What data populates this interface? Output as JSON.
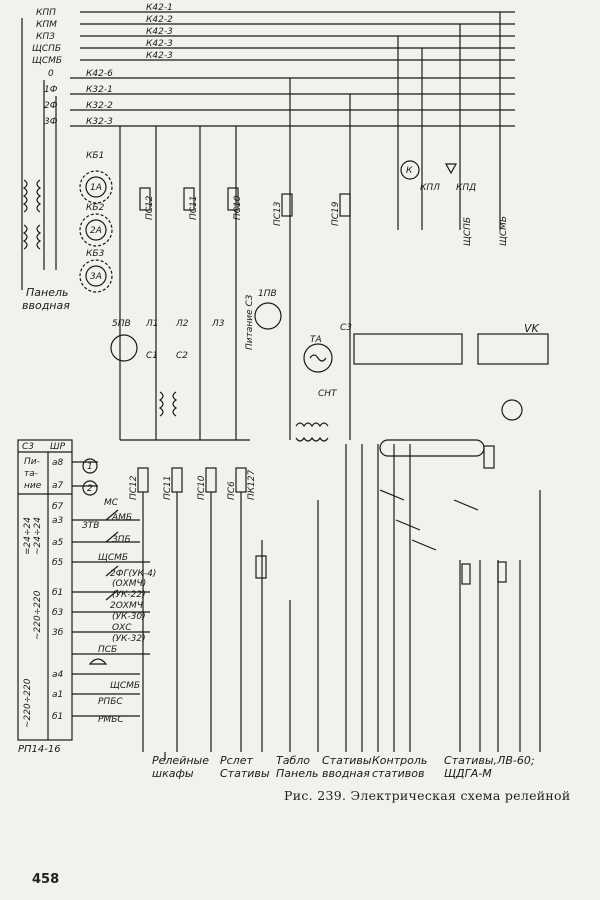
{
  "bus_labels": [
    "КПП",
    "КПМ",
    "КПЗ",
    "ЩСПБ",
    "ЩСМБ"
  ],
  "bus_wire_labels": [
    "К42-1",
    "К42-2",
    "К42-3",
    "К42-3",
    "К42-3"
  ],
  "phase_labels": [
    "0",
    "1Ф",
    "2Ф",
    "3Ф"
  ],
  "phase_wire_labels": [
    "К42-6",
    "К32-1",
    "К32-2",
    "К32-3"
  ],
  "transformers": [
    "КБ1",
    "КБ2",
    "КБ3"
  ],
  "ammeters": [
    "1А",
    "2А",
    "3А"
  ],
  "panel_vvodnaya": [
    "Панель",
    "вводная"
  ],
  "fuses_top": [
    "ПС12",
    "ПС11",
    "ПС10",
    "ПС13",
    "ПС19"
  ],
  "fuses_mid": [
    "ПС12",
    "ПС11",
    "ПС10",
    "ПС6",
    "ПК127"
  ],
  "switch_labels": [
    "5ПВ",
    "1ПВ",
    "Л1",
    "Л2",
    "Л3",
    "С1",
    "С2",
    "С3",
    "ТА",
    "СНТ",
    "Питание С3"
  ],
  "relay_labels": [
    "К",
    "КПЛ",
    "КПД",
    "VK"
  ],
  "right_bus": [
    "ЩСПБ",
    "ЩСМБ"
  ],
  "left_panel": {
    "header": [
      "С3",
      "ШР"
    ],
    "title": [
      "Пи-",
      "та-",
      "ние"
    ],
    "rows": [
      "а8",
      "а7",
      "б7",
      "а3",
      "а5",
      "б5",
      "б1",
      "б3",
      "3б",
      "а4",
      "а1",
      "б1"
    ],
    "voltages": [
      "~24÷24",
      "=24÷24",
      "~220÷220",
      "~220÷220"
    ],
    "markers": [
      "1",
      "2"
    ],
    "footer": "РП14-16"
  },
  "side_labels": [
    "АМБ",
    "ЗПБ",
    "ЩСМБ",
    "2ФГ(УК-4)",
    "(ОХМЧ)",
    "(УК-22)",
    "2ОХМЧ",
    "(УК-30)",
    "ОХС",
    "(УК-32)",
    "ПСБ",
    "ЩСМБ",
    "РПБС",
    "РМБС",
    "МС",
    "ЗТВ"
  ],
  "section_labels": [
    {
      "l1": "Релейные",
      "l2": "шкафы"
    },
    {
      "l1": "Рслет",
      "l2": "Стативы"
    },
    {
      "l1": "Табло",
      "l2": "Панель"
    },
    {
      "l1": "Стативы",
      "l2": "вводная"
    },
    {
      "l1": "Контроль",
      "l2": "стативов"
    },
    {
      "l1": "Стативы,ЛВ-60;",
      "l2": "ЩДГА-М"
    }
  ],
  "caption": "Рис. 239. Электрическая схема релейной",
  "page_number": "458"
}
